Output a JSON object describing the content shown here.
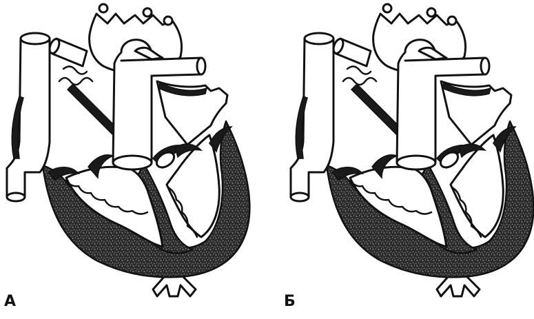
{
  "panels": [
    {
      "id": "A",
      "label": "А"
    },
    {
      "id": "B",
      "label": "Б"
    }
  ],
  "colors": {
    "ink": "#111111",
    "fill": "#ffffff",
    "shade": "#2a2a2a"
  }
}
